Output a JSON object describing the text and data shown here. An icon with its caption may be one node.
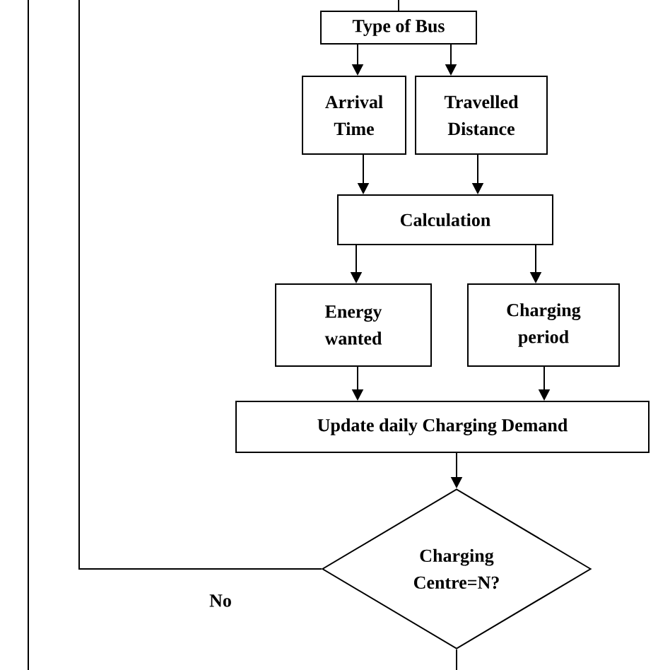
{
  "diagram": {
    "nodes": [
      {
        "text": [
          "Type of Bus"
        ]
      },
      {
        "text": [
          "Arrival Time"
        ]
      },
      {
        "text": [
          "Travelled Distance"
        ]
      },
      {
        "text": [
          "Calculation"
        ]
      },
      {
        "text": [
          "Energy wanted"
        ]
      },
      {
        "text": [
          "Charging period"
        ]
      },
      {
        "text": [
          "Update daily Charging Demand"
        ]
      },
      {
        "text": [
          "Charging Centre=N?"
        ]
      }
    ],
    "edges": [
      {
        "from": null,
        "to": 0,
        "arrow": "none"
      },
      {
        "from": 0,
        "to": 1,
        "arrow": "to"
      },
      {
        "from": 0,
        "to": 2,
        "arrow": "to"
      },
      {
        "from": 1,
        "to": 3,
        "arrow": "to"
      },
      {
        "from": 2,
        "to": 3,
        "arrow": "to"
      },
      {
        "from": 3,
        "to": 4,
        "arrow": "to"
      },
      {
        "from": 3,
        "to": 5,
        "arrow": "to"
      },
      {
        "from": 4,
        "to": 6,
        "arrow": "to"
      },
      {
        "from": 5,
        "to": 6,
        "arrow": "to"
      },
      {
        "from": 6,
        "to": 7,
        "arrow": "to"
      },
      {
        "from": 7,
        "to": null,
        "label": "No",
        "arrow": "none"
      },
      {
        "from": 7,
        "to": null,
        "arrow": "none"
      }
    ]
  }
}
